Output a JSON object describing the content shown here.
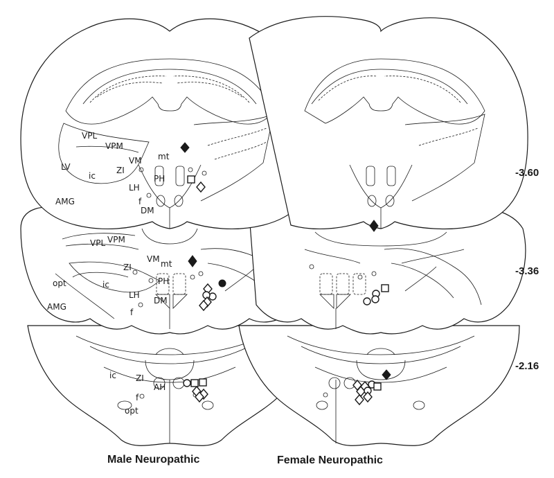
{
  "columns": {
    "male": "Male Neuropathic",
    "female": "Female Neuropathic"
  },
  "levels": [
    "-3.60",
    "-3.36",
    "-2.16"
  ],
  "region_labels": {
    "top": [
      "VPL",
      "VPM",
      "LV",
      "mt",
      "VM",
      "ic",
      "ZI",
      "PH",
      "LH",
      "f",
      "AMG",
      "DM"
    ],
    "middle": [
      "VPL",
      "VPM",
      "VM",
      "mt",
      "ZI",
      "PH",
      "opt",
      "ic",
      "LH",
      "DM",
      "AMG",
      "f"
    ],
    "bottom": [
      "ic",
      "ZI",
      "AH",
      "f",
      "opt"
    ]
  },
  "legend_symbols": [
    "filled-diamond",
    "open-diamond",
    "open-square",
    "open-circle",
    "filled-circle"
  ],
  "colors": {
    "ink": "#1a1a1a",
    "background": "#ffffff"
  }
}
